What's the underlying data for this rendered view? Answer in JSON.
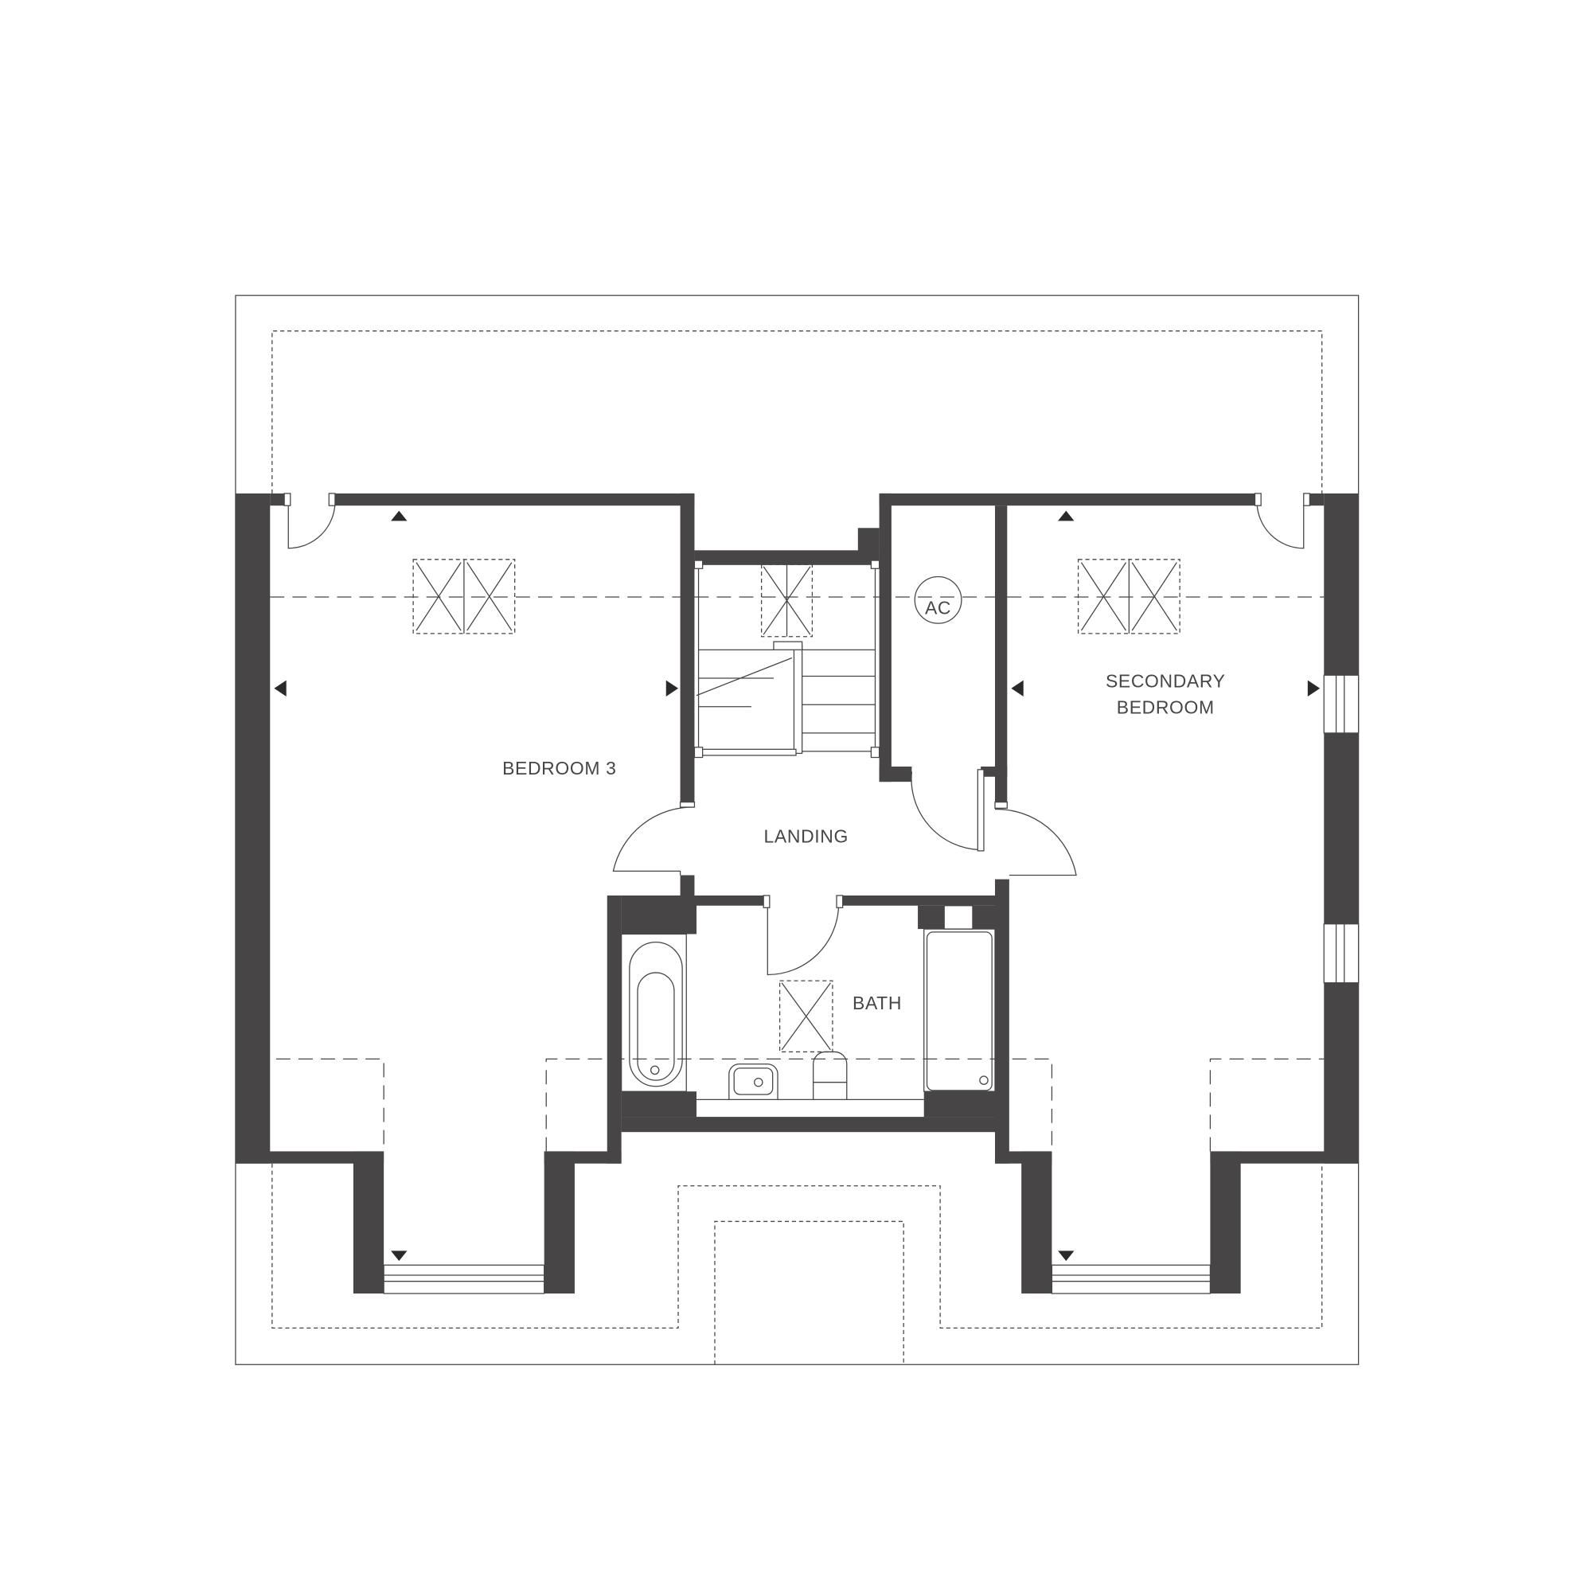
{
  "plan": {
    "rooms": {
      "bedroom3": "BEDROOM 3",
      "secondary_line1": "SECONDARY",
      "secondary_line2": "BEDROOM",
      "landing": "LANDING",
      "bath": "BATH",
      "ac": "AC"
    },
    "colors": {
      "wall": "#474546",
      "background": "#ffffff"
    }
  }
}
